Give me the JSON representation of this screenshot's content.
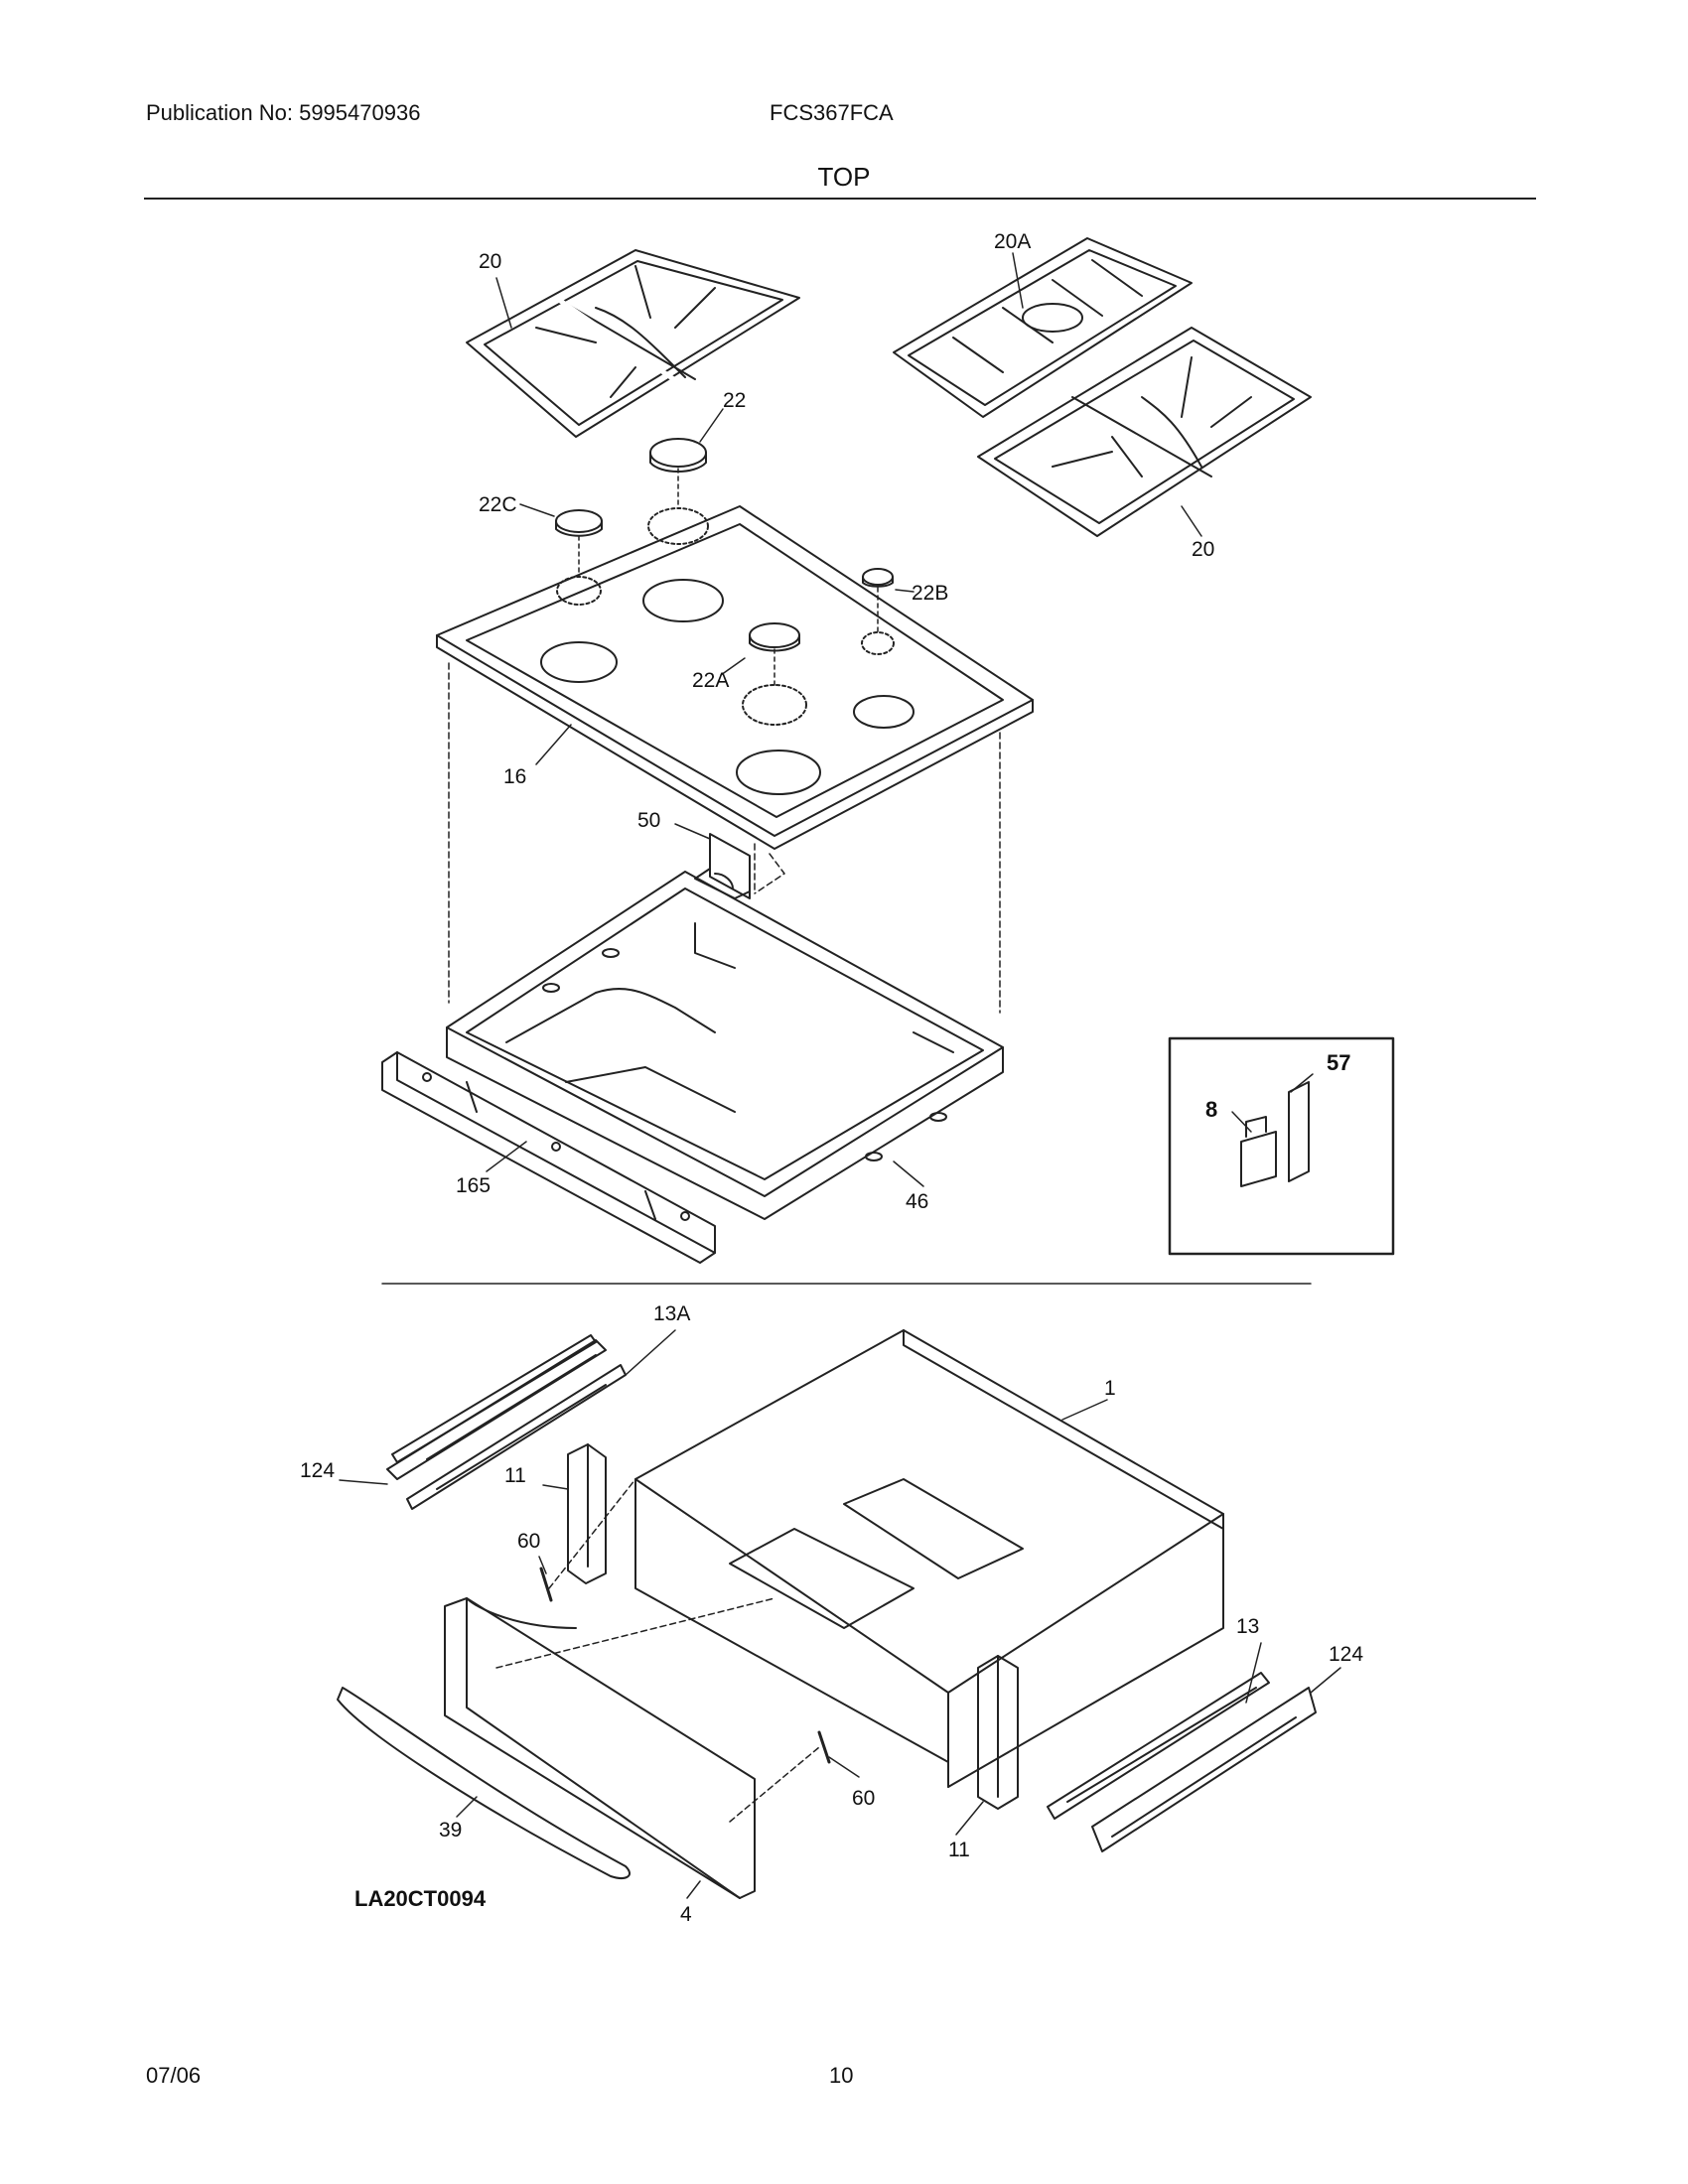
{
  "header": {
    "publication": "Publication No: 5995470936",
    "model": "FCS367FCA",
    "section": "TOP"
  },
  "labels": {
    "grate_left": "20",
    "grate_center": "20A",
    "grate_right": "20",
    "cap_22": "22",
    "cap_22c": "22C",
    "cap_22b": "22B",
    "cap_22a": "22A",
    "cooktop": "16",
    "bracket": "50",
    "burner_box": "46",
    "manifold": "165",
    "inset_8": "8",
    "inset_57": "57",
    "slide_13a": "13A",
    "drawer": "1",
    "rail_left": "124",
    "support_left": "11",
    "screw_left": "60",
    "slide_13": "13",
    "rail_right": "124",
    "screw_right": "60",
    "support_right": "11",
    "handle": "39",
    "front_panel": "4",
    "code": "LA20CT0094"
  },
  "footer": {
    "date": "07/06",
    "page": "10"
  }
}
